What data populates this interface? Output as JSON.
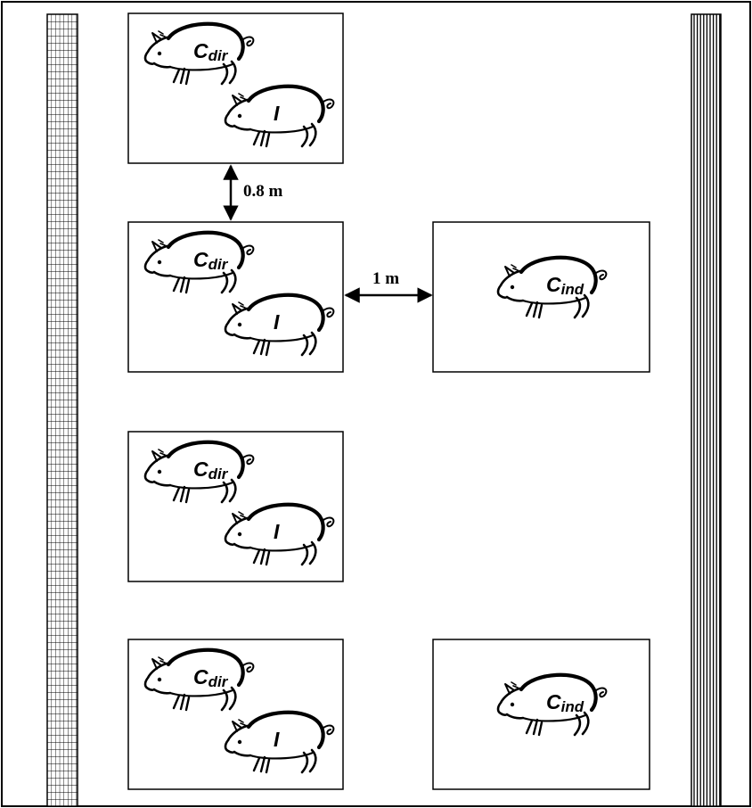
{
  "diagram": {
    "walls": {
      "left": {
        "pattern": "grid"
      },
      "right": {
        "pattern": "vertical-lines"
      }
    },
    "pens": [
      {
        "id": "pen-1",
        "pigs": [
          {
            "label_main": "C",
            "label_sub": "dir"
          },
          {
            "label_main": "I",
            "label_sub": ""
          }
        ]
      },
      {
        "id": "pen-2",
        "pigs": [
          {
            "label_main": "C",
            "label_sub": "dir"
          },
          {
            "label_main": "I",
            "label_sub": ""
          }
        ]
      },
      {
        "id": "pen-3",
        "pigs": [
          {
            "label_main": "C",
            "label_sub": "ind"
          }
        ]
      },
      {
        "id": "pen-4",
        "pigs": [
          {
            "label_main": "C",
            "label_sub": "dir"
          },
          {
            "label_main": "I",
            "label_sub": ""
          }
        ]
      },
      {
        "id": "pen-5",
        "pigs": [
          {
            "label_main": "C",
            "label_sub": "dir"
          },
          {
            "label_main": "I",
            "label_sub": ""
          }
        ]
      },
      {
        "id": "pen-6",
        "pigs": [
          {
            "label_main": "C",
            "label_sub": "ind"
          }
        ]
      }
    ],
    "distances": {
      "vertical_label": "0.8 m",
      "horizontal_label": "1 m"
    },
    "colors": {
      "line": "#000000",
      "background": "#ffffff"
    }
  }
}
